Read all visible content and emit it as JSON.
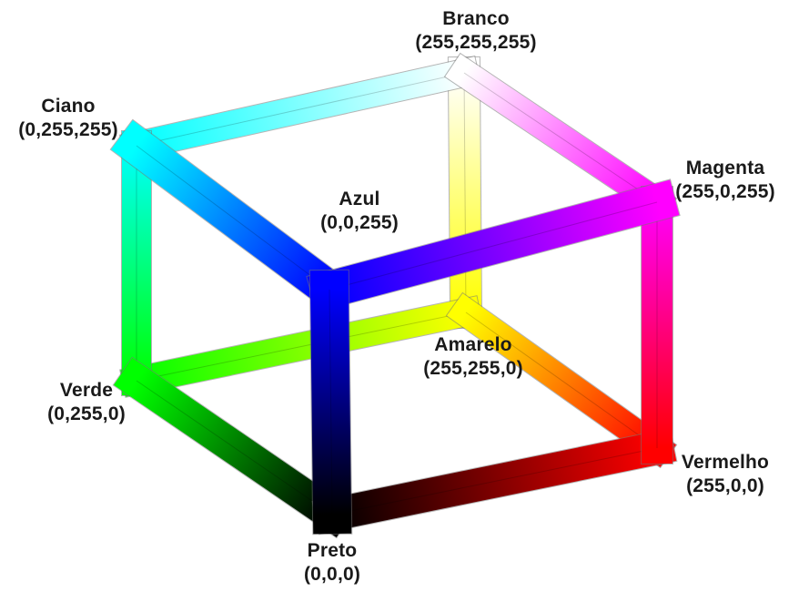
{
  "vertices": {
    "white": {
      "name": "Branco",
      "rgb": "(255,255,255)",
      "color": "#ffffff"
    },
    "cyan": {
      "name": "Ciano",
      "rgb": "(0,255,255)",
      "color": "#00ffff"
    },
    "magenta": {
      "name": "Magenta",
      "rgb": "(255,0,255)",
      "color": "#ff00ff"
    },
    "blue": {
      "name": "Azul",
      "rgb": "(0,0,255)",
      "color": "#0000ff"
    },
    "yellow": {
      "name": "Amarelo",
      "rgb": "(255,255,0)",
      "color": "#ffff00"
    },
    "green": {
      "name": "Verde",
      "rgb": "(0,255,0)",
      "color": "#00ff00"
    },
    "red": {
      "name": "Vermelho",
      "rgb": "(255,0,0)",
      "color": "#ff0000"
    },
    "black": {
      "name": "Preto",
      "rgb": "(0,0,0)",
      "color": "#000000"
    }
  },
  "edges": [
    [
      "cyan",
      "white"
    ],
    [
      "white",
      "magenta"
    ],
    [
      "white",
      "yellow"
    ],
    [
      "yellow",
      "green"
    ],
    [
      "yellow",
      "red"
    ],
    [
      "cyan",
      "green"
    ],
    [
      "magenta",
      "red"
    ],
    [
      "green",
      "black"
    ],
    [
      "black",
      "red"
    ],
    [
      "cyan",
      "blue"
    ],
    [
      "blue",
      "magenta"
    ],
    [
      "blue",
      "black"
    ]
  ]
}
